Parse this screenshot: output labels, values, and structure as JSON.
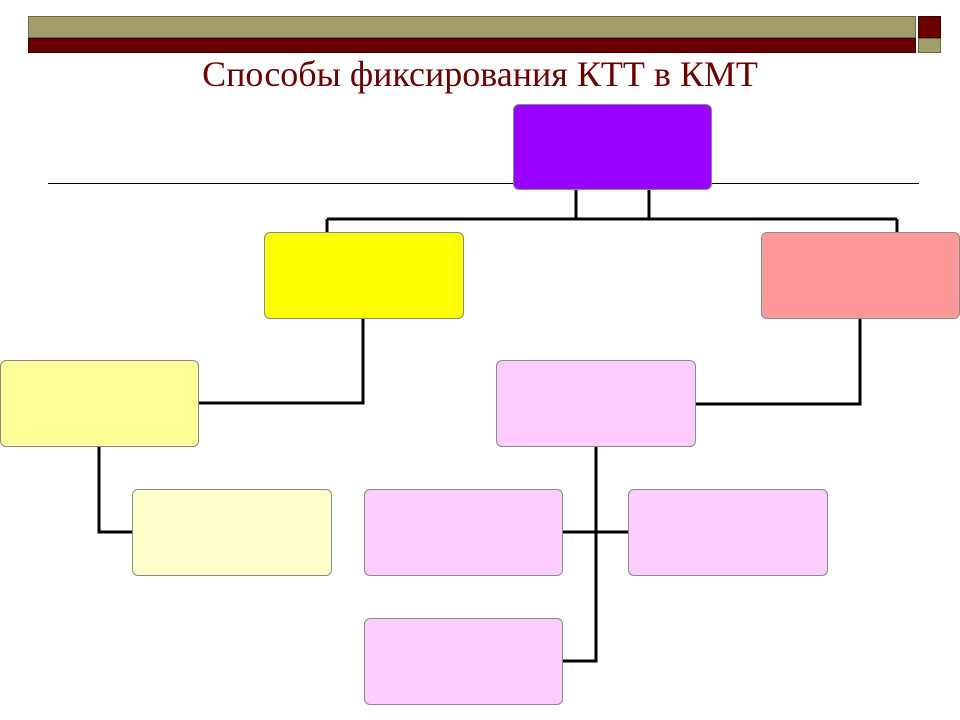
{
  "slide": {
    "title": "Способы фиксирования КТТ в КМТ"
  },
  "colors": {
    "banner_olive": "#a29e6a",
    "banner_maroon": "#6b0000",
    "title_text": "#6b0000",
    "divider": "#000000",
    "connector": "#000000",
    "root": "#9900ff",
    "yellow_primary": "#ffff00",
    "salmon_primary": "#ff9999",
    "yellow_secondary": "#ffff99",
    "yellow_tertiary": "#ffffcc",
    "pink_boxes": "#ffccff"
  },
  "nodes": [
    {
      "id": "root",
      "color_key": "root",
      "label": ""
    },
    {
      "id": "left-branch",
      "color_key": "yellow_primary",
      "label": ""
    },
    {
      "id": "right-branch",
      "color_key": "salmon_primary",
      "label": ""
    },
    {
      "id": "left-sub",
      "color_key": "yellow_secondary",
      "label": ""
    },
    {
      "id": "left-sub-child",
      "color_key": "yellow_tertiary",
      "label": ""
    },
    {
      "id": "right-sub",
      "color_key": "pink_boxes",
      "label": ""
    },
    {
      "id": "right-sub-child-left",
      "color_key": "pink_boxes",
      "label": ""
    },
    {
      "id": "right-sub-child-right",
      "color_key": "pink_boxes",
      "label": ""
    },
    {
      "id": "right-sub-child-bottom",
      "color_key": "pink_boxes",
      "label": ""
    }
  ],
  "edges": [
    {
      "from": "root",
      "to": "left-branch"
    },
    {
      "from": "root",
      "to": "right-branch"
    },
    {
      "from": "left-branch",
      "to": "left-sub"
    },
    {
      "from": "left-sub",
      "to": "left-sub-child"
    },
    {
      "from": "right-branch",
      "to": "right-sub"
    },
    {
      "from": "right-sub",
      "to": "right-sub-child-left"
    },
    {
      "from": "right-sub",
      "to": "right-sub-child-right"
    },
    {
      "from": "right-sub",
      "to": "right-sub-child-bottom"
    }
  ]
}
